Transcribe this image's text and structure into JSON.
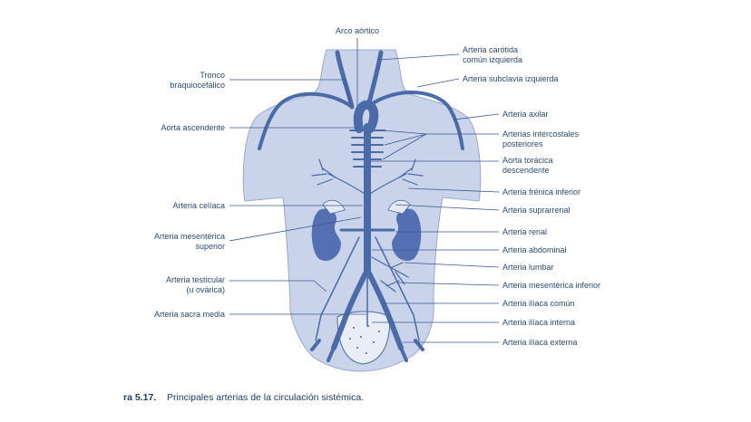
{
  "diagram": {
    "title": "Arco aórtico",
    "labels_left": {
      "tronco_1": "Tronco",
      "tronco_2": "braquiocefálico",
      "aorta_ascendente": "Aorta ascendente",
      "celiaca": "Arteria celíaca",
      "mesenterica_sup_1": "Arteria mesentérica",
      "mesenterica_sup_2": "superior",
      "testicular_1": "Arteria testicular",
      "testicular_2": "(u ovárica)",
      "sacra_media": "Arteria sacra media"
    },
    "labels_right": {
      "carotida_1": "Arteria carótida",
      "carotida_2": "común izquierda",
      "subclavia": "Arteria subclavia izquierda",
      "axilar": "Arteria axilar",
      "intercostales_1": "Arterias intercostales",
      "intercostales_2": "posteriores",
      "toracica_1": "Aorta torácica",
      "toracica_2": "descendente",
      "frenica": "Arteria frénica inferior",
      "suprarrenal": "Arteria suprarrenal",
      "renal": "Arteria renal",
      "abdominal": "Arteria abdominal",
      "lumbar": "Arteria lumbar",
      "mesenterica_inf": "Arteria mesentérica inferior",
      "iliaca_comun": "Arteria ilíaca común",
      "iliaca_interna": "Arteria ilíaca interna",
      "iliaca_externa": "Arteria ilíaca externa"
    },
    "colors": {
      "body": "#c9d3ea",
      "body_outline": "#7d8fc0",
      "artery": "#4a6aa8",
      "artery_dark": "#2f4c8a",
      "kidney": "#5470b3",
      "label": "#2b4a7a",
      "leader": "#3a5a92"
    }
  },
  "caption": {
    "figure": "ra 5.17.",
    "text": "Principales arterias de la circulación sistémica."
  }
}
